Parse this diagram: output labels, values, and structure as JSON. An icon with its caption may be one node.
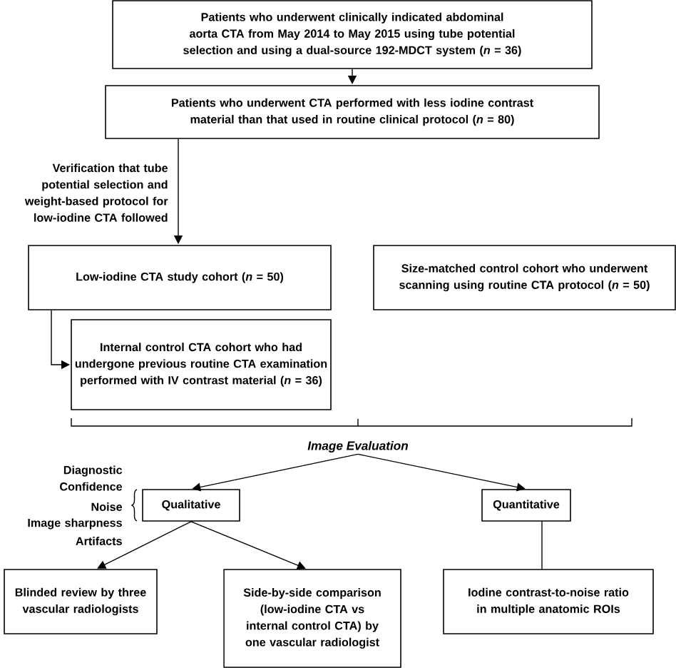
{
  "diagram": {
    "nodes": [
      {
        "text": [
          "Patients who underwent clinically indicated abdominal aorta CTA from May 2014 to May 2015 using tube potential selection and using a dual-source 192-MDCT system (*n* = 36)"
        ]
      },
      {
        "text": [
          "Patients who underwent CTA performed with less iodine contrast material than that used in routine clinical protocol (*n* = 80)"
        ]
      },
      {
        "text": [
          "Low-iodine CTA study cohort (*n* = 50)"
        ]
      },
      {
        "text": [
          "Size-matched control cohort who underwent scanning using routine CTA protocol (*n* = 50)"
        ]
      },
      {
        "text": [
          "Internal control CTA cohort who had undergone previous routine CTA examination performed with IV contrast material (*n* = 36)"
        ]
      },
      {
        "text": [
          "Image Evaluation"
        ]
      },
      {
        "text": [
          "Qualitative"
        ]
      },
      {
        "text": [
          "Quantitative"
        ]
      },
      {
        "text": [
          "Blinded review by three vascular radiologists"
        ]
      },
      {
        "text": [
          "Side-by-side comparison (low-iodine CTA vs internal control CTA) by one vascular radiologist"
        ]
      },
      {
        "text": [
          "Iodine contrast-to-noise ratio in multiple anatomic ROIs"
        ]
      }
    ],
    "edges": [
      {
        "from": 0,
        "to": 1,
        "arrow": "to"
      },
      {
        "from": 1,
        "to": 2,
        "arrow": "to",
        "label": "Verification that tube potential selection and weight-based protocol for low-iodine CTA followed"
      },
      {
        "from": 2,
        "to": 4,
        "arrow": "to"
      },
      {
        "from": 5,
        "to": 6,
        "arrow": "to"
      },
      {
        "from": 5,
        "to": 7,
        "arrow": "to"
      },
      {
        "from": 6,
        "to": 8,
        "arrow": "to"
      },
      {
        "from": 6,
        "to": 9,
        "arrow": "to"
      },
      {
        "from": 7,
        "to": 10,
        "arrow": "none"
      }
    ],
    "labels": [
      "Diagnostic Confidence",
      "Noise",
      "Image sharpness",
      "Artifacts"
    ]
  }
}
